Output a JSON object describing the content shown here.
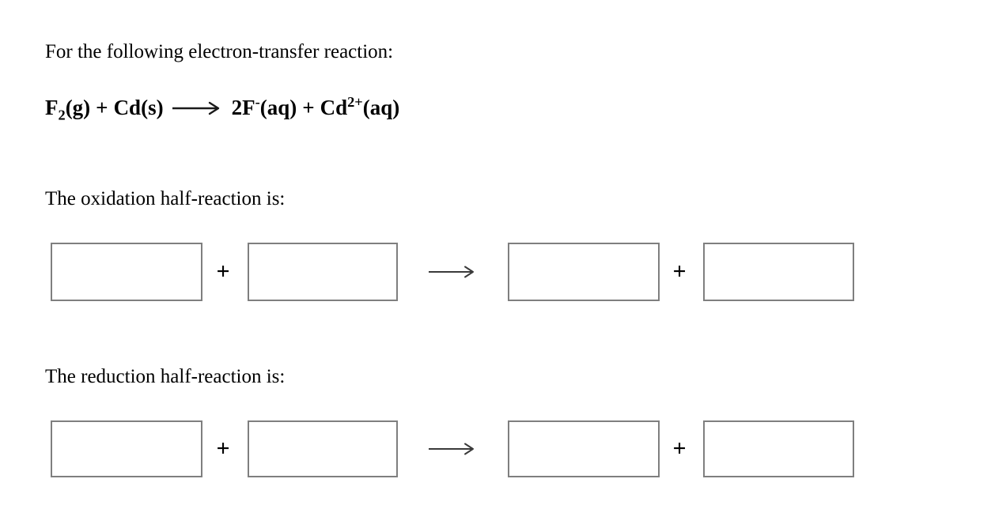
{
  "colors": {
    "background": "#ffffff",
    "text": "#000000",
    "box_border": "#7f7f7f",
    "arrow": "#3a3a3a"
  },
  "icons": {
    "reaction_arrow": "long-right-arrow"
  },
  "intro": "For the following electron-transfer reaction:",
  "equation": {
    "species1_formula": "F",
    "species1_subscript": "2",
    "species1_state": "(g)",
    "operator1": "+",
    "species2_formula": "Cd",
    "species2_state": "(s)",
    "species3_formula": "2F",
    "species3_superscript": "-",
    "species3_state": "(aq)",
    "operator2": "+",
    "species4_formula": "Cd",
    "species4_superscript": "2+",
    "species4_state": "(aq)"
  },
  "oxidation": {
    "label": "The oxidation half-reaction is:",
    "operator1": "+",
    "operator2": "+",
    "inputs": [
      "",
      "",
      "",
      ""
    ]
  },
  "reduction": {
    "label": "The reduction half-reaction is:",
    "operator1": "+",
    "operator2": "+",
    "inputs": [
      "",
      "",
      "",
      ""
    ]
  }
}
